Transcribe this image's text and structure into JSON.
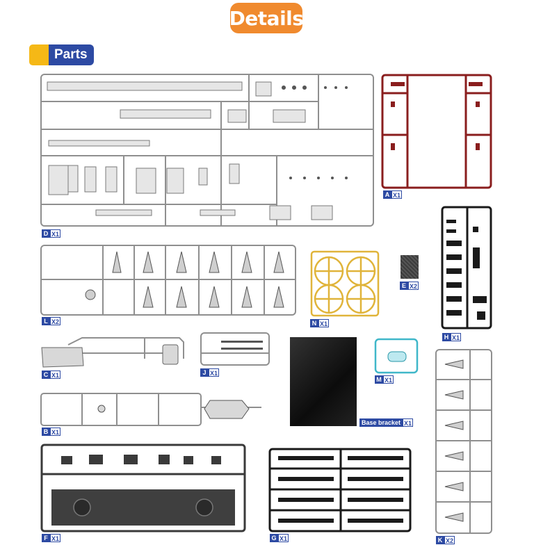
{
  "header": {
    "title": "Details"
  },
  "section": {
    "title": "Parts"
  },
  "sprues": [
    {
      "letter": "D",
      "qty": "X1",
      "color": "#8f8f8f"
    },
    {
      "letter": "A",
      "qty": "X1",
      "color": "#8a1e1e"
    },
    {
      "letter": "L",
      "qty": "X2",
      "color": "#8f8f8f"
    },
    {
      "letter": "N",
      "qty": "X1",
      "color": "#e0b43a"
    },
    {
      "letter": "E",
      "qty": "X2",
      "color": "#4a4a4a"
    },
    {
      "letter": "H",
      "qty": "X1",
      "color": "#1a1a1a"
    },
    {
      "letter": "C",
      "qty": "X1",
      "color": "#8f8f8f"
    },
    {
      "letter": "J",
      "qty": "X1",
      "color": "#8f8f8f"
    },
    {
      "letter": "M",
      "qty": "X1",
      "color": "#3fb7c9"
    },
    {
      "letter": "B",
      "qty": "X1",
      "color": "#8f8f8f"
    },
    {
      "letter": "F",
      "qty": "X1",
      "color": "#3a3a3a"
    },
    {
      "letter": "G",
      "qty": "X1",
      "color": "#1a1a1a"
    },
    {
      "letter": "K",
      "qty": "X2",
      "color": "#8f8f8f"
    }
  ],
  "base_bracket": {
    "label": "Base bracket",
    "qty": "X1"
  }
}
